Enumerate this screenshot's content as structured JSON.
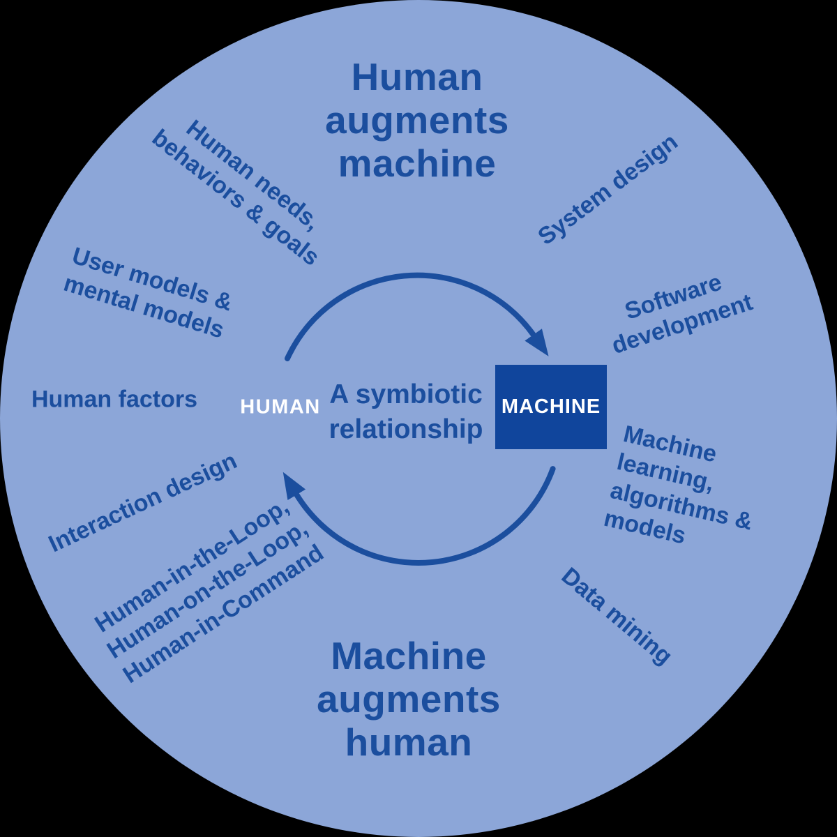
{
  "diagram": {
    "type": "cycle-diagram",
    "colors": {
      "outer_background": "#000000",
      "disc_fill": "#8CA6D8",
      "dark_blue": "#1B4E9E",
      "machine_box_fill": "#10459C",
      "white_text": "#FFFFFF"
    },
    "headings": {
      "top": "Human\naugments\nmachine",
      "bottom": "Machine\naugments\nhuman"
    },
    "center": {
      "human_label": "HUMAN",
      "machine_label": "MACHINE",
      "caption": "A symbiotic\nrelationship"
    },
    "labels": {
      "human_needs": "Human needs,\nbehaviors & goals",
      "user_models": "User models &\nmental models",
      "human_factors": "Human factors",
      "interaction_design": "Interaction design",
      "hitl": "Human-in-the-Loop,\nHuman-on-the-Loop,\nHuman-in-Command",
      "system_design": "System design",
      "software_development": "Software\ndevelopment",
      "machine_learning": "Machine learning,\nalgorithms &\nmodels",
      "data_mining": "Data mining"
    },
    "arrows": {
      "top": "human-to-machine",
      "bottom": "machine-to-human"
    }
  }
}
